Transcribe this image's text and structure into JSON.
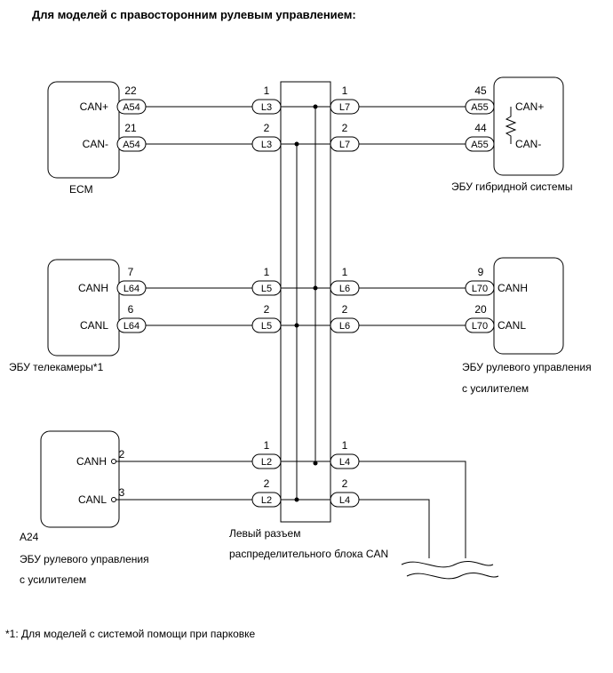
{
  "title": "Для моделей с правосторонним рулевым управлением:",
  "footnote": "*1: Для моделей с системой помощи при парковке",
  "components": {
    "ecm": {
      "name": "ECM",
      "pin_high_label": "CAN+",
      "pin_low_label": "CAN-"
    },
    "hybrid_ecu": {
      "name": "ЭБУ гибридной системы",
      "pin_high_label": "CAN+",
      "pin_low_label": "CAN-"
    },
    "camera_ecu": {
      "name": "ЭБУ телекамеры*1",
      "pin_high_label": "CANH",
      "pin_low_label": "CANL"
    },
    "eps_ecu_right": {
      "name_line1": "ЭБУ рулевого управления",
      "name_line2": "с усилителем",
      "pin_high_label": "CANH",
      "pin_low_label": "CANL"
    },
    "eps_ecu_left": {
      "code": "A24",
      "name_line1": "ЭБУ рулевого управления",
      "name_line2": "с усилителем",
      "pin_high_label": "CANH",
      "pin_low_label": "CANL"
    },
    "junction": {
      "name_line1": "Левый разъем",
      "name_line2": "распределительного блока CAN"
    }
  },
  "wires": {
    "row1": {
      "high": {
        "left_pin": "22",
        "left_conn": "A54",
        "jl_pin": "1",
        "jl_conn": "L3",
        "jr_pin": "1",
        "jr_conn": "L7",
        "right_pin": "45",
        "right_conn": "A55"
      },
      "low": {
        "left_pin": "21",
        "left_conn": "A54",
        "jl_pin": "2",
        "jl_conn": "L3",
        "jr_pin": "2",
        "jr_conn": "L7",
        "right_pin": "44",
        "right_conn": "A55"
      }
    },
    "row2": {
      "high": {
        "left_pin": "7",
        "left_conn": "L64",
        "jl_pin": "1",
        "jl_conn": "L5",
        "jr_pin": "1",
        "jr_conn": "L6",
        "right_pin": "9",
        "right_conn": "L70"
      },
      "low": {
        "left_pin": "6",
        "left_conn": "L64",
        "jl_pin": "2",
        "jl_conn": "L5",
        "jr_pin": "2",
        "jr_conn": "L6",
        "right_pin": "20",
        "right_conn": "L70"
      }
    },
    "row3": {
      "high": {
        "left_pin": "2",
        "jl_pin": "1",
        "jl_conn": "L2",
        "jr_pin": "1",
        "jr_conn": "L4"
      },
      "low": {
        "left_pin": "3",
        "jl_pin": "2",
        "jl_conn": "L2",
        "jr_pin": "2",
        "jr_conn": "L4"
      }
    }
  }
}
